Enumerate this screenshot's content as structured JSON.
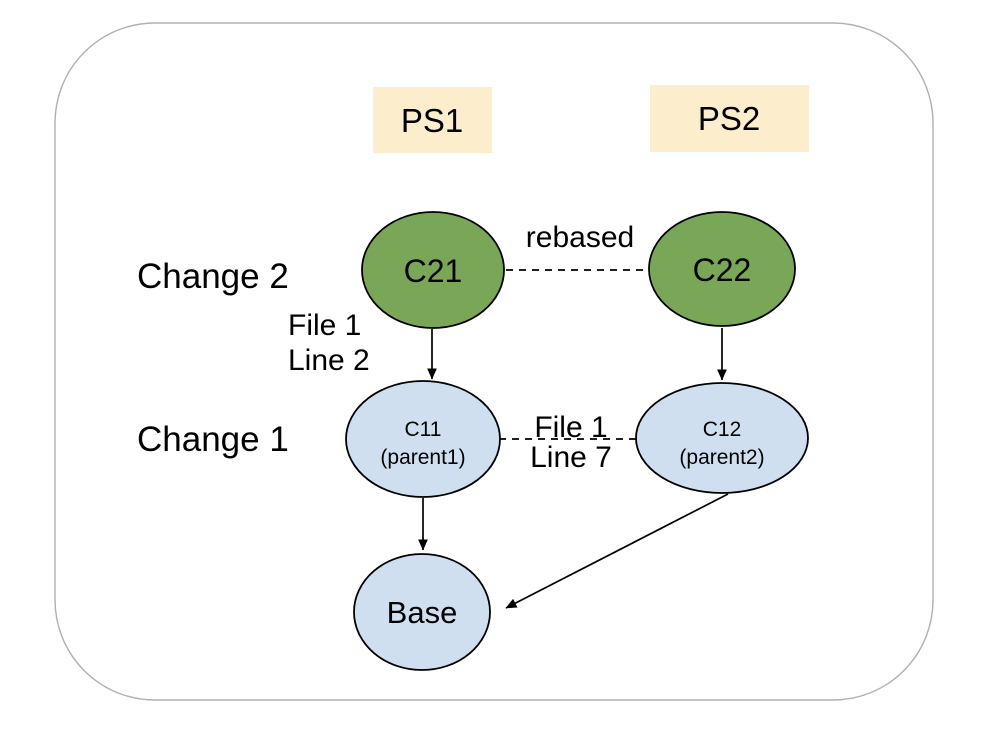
{
  "colors": {
    "node_green": "#7aa757",
    "node_blue": "#cfdfef",
    "patchset_bg": "#fcedcd",
    "frame_border": "#b0b0b0",
    "line": "#000000"
  },
  "patchset_headers": {
    "ps1": "PS1",
    "ps2": "PS2"
  },
  "row_labels": {
    "change2": "Change 2",
    "change1": "Change 1"
  },
  "nodes": {
    "c21": {
      "label": "C21"
    },
    "c22": {
      "label": "C22"
    },
    "c11": {
      "label": "C11",
      "sublabel": "(parent1)"
    },
    "c12": {
      "label": "C12",
      "sublabel": "(parent2)"
    },
    "base": {
      "label": "Base"
    }
  },
  "edge_labels": {
    "rebased": "rebased",
    "c21_file": "File 1",
    "c21_line": "Line 2",
    "conflict_file": "File 1",
    "conflict_line": "Line 7"
  }
}
